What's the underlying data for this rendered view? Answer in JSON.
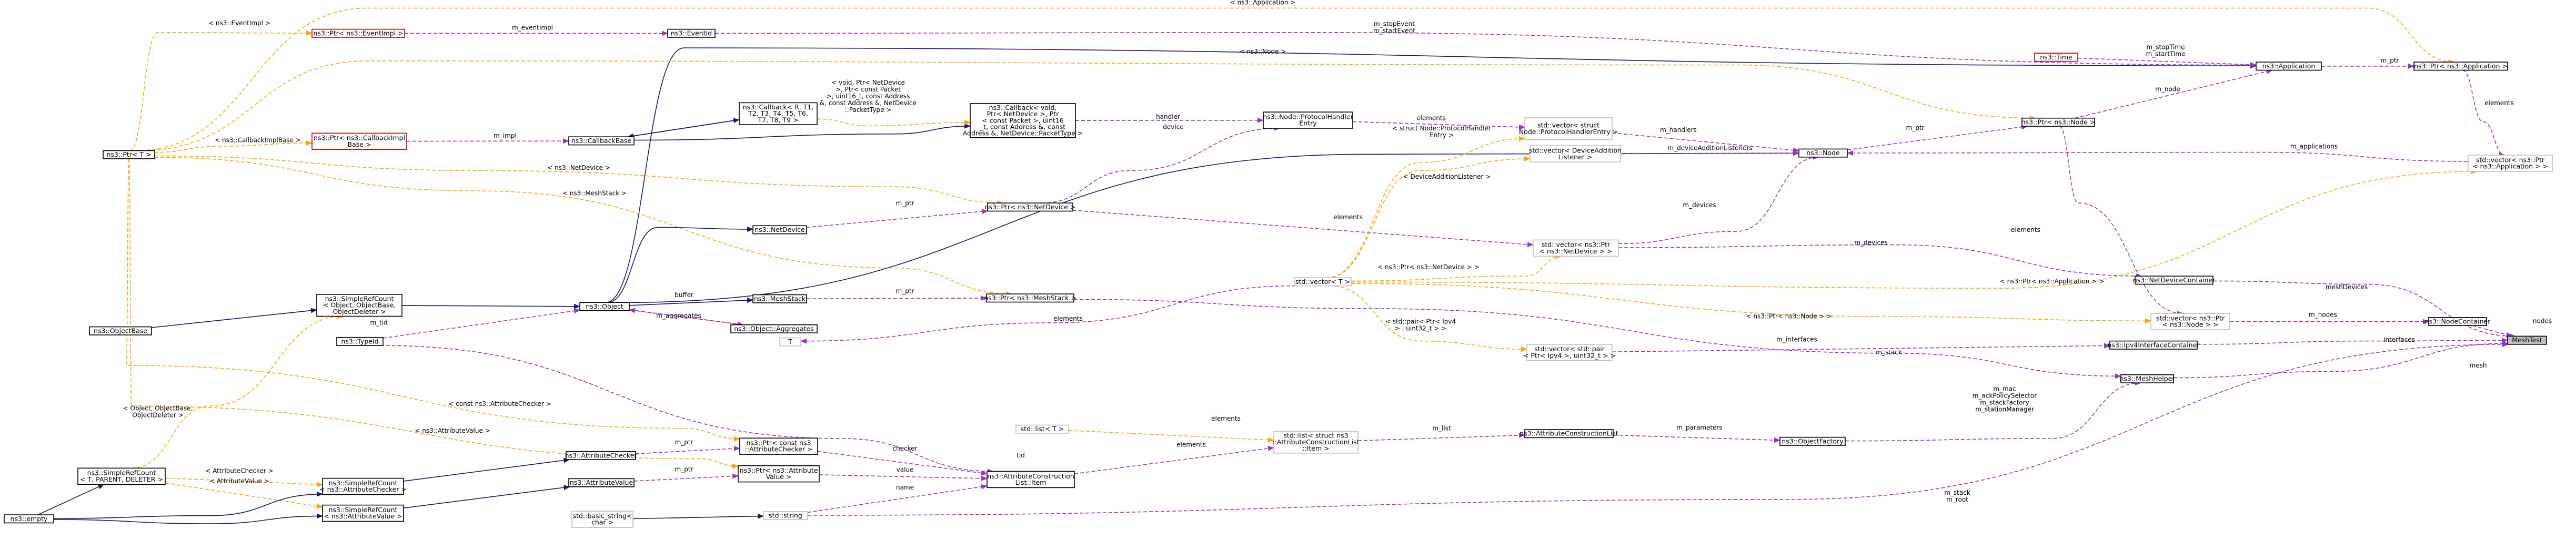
{
  "nodes": {
    "mesh_test": [
      "MeshTest"
    ],
    "node_container": [
      "ns3::NodeContainer"
    ],
    "mesh_helper": [
      "ns3::MeshHelper"
    ],
    "ipv4_if_container": [
      "ns3::Ipv4InterfaceContainer"
    ],
    "net_device_container": [
      "ns3::NetDeviceContainer"
    ],
    "vec_ptr_node": [
      "std::vector< ns3::Ptr",
      "< ns3::Node > >"
    ],
    "vec_ptr_app": [
      "std::vector< ns3::Ptr",
      "< ns3::Application > >"
    ],
    "object_factory": [
      "ns3::ObjectFactory"
    ],
    "attr_construction_list": [
      "ns3::AttributeConstructionList"
    ],
    "std_list_item": [
      "std::list< struct ns3",
      "::AttributeConstructionList",
      "::Item >"
    ],
    "std_list_t": [
      "std::list< T >"
    ],
    "attr_construction_item": [
      "ns3::AttributeConstruction",
      "List::Item"
    ],
    "ptr_const_attr_checker": [
      "ns3::Ptr< const ns3",
      "::AttributeChecker >"
    ],
    "ptr_attr_value": [
      "ns3::Ptr< ns3::Attribute",
      "Value >"
    ],
    "attribute_checker": [
      "ns3::AttributeChecker"
    ],
    "attribute_value": [
      "ns3::AttributeValue"
    ],
    "simple_rc_checker": [
      "ns3::SimpleRefCount",
      "< ns3::AttributeChecker >"
    ],
    "simple_rc_value": [
      "ns3::SimpleRefCount",
      "< ns3::AttributeValue >"
    ],
    "simple_rc_parent": [
      "ns3::SimpleRefCount",
      "< T, PARENT, DELETER >"
    ],
    "ns3_empty": [
      "ns3::empty"
    ],
    "std_string": [
      "std::string"
    ],
    "basic_string": [
      "std::basic_string<",
      "char >"
    ],
    "vec_pair_ipv4": [
      "std::vector< std::pair",
      "< Ptr< Ipv4 >, uint32_t > >"
    ],
    "vec_t": [
      "std::vector< T >"
    ],
    "t_param": [
      "T"
    ],
    "ptr_mesh_stack": [
      "ns3::Ptr< ns3::MeshStack >"
    ],
    "mesh_stack": [
      "ns3::MeshStack"
    ],
    "object": [
      "ns3::Object"
    ],
    "object_aggregates": [
      "ns3::Object::Aggregates"
    ],
    "type_id": [
      "ns3::TypeId"
    ],
    "simple_rc_object": [
      "ns3::SimpleRefCount",
      "< Object, ObjectBase,",
      "ObjectDeleter >"
    ],
    "object_base": [
      "ns3::ObjectBase"
    ],
    "net_device": [
      "ns3::NetDevice"
    ],
    "ptr_net_device": [
      "ns3::Ptr< ns3::NetDevice >"
    ],
    "vec_ptr_net_device": [
      "std::vector< ns3::Ptr",
      "< ns3::NetDevice > >"
    ],
    "vec_dev_listener": [
      "std::vector< DeviceAddition",
      "Listener >"
    ],
    "ns3_node": [
      "ns3::Node"
    ],
    "ptr_node": [
      "ns3::Ptr< ns3::Node >"
    ],
    "application": [
      "ns3::Application"
    ],
    "ptr_application": [
      "ns3::Ptr< ns3::Application >"
    ],
    "ns3_time": [
      "ns3::Time"
    ],
    "event_id": [
      "ns3::EventId"
    ],
    "ptr_event_impl": [
      "ns3::Ptr< ns3::EventImpl >"
    ],
    "vec_proto_handler": [
      "std::vector< struct",
      "Node::ProtocolHandlerEntry >"
    ],
    "proto_handler_entry": [
      "ns3::Node::ProtocolHandler",
      "Entry"
    ],
    "callback_void": [
      "ns3::Callback< void,",
      "Ptr< NetDevice >, Ptr",
      "< const Packet >, uint16",
      "_t, const Address &, const",
      "Address &, NetDevice::PacketType >"
    ],
    "callback_r": [
      "ns3::Callback< R, T1,",
      "T2, T3, T4, T5, T6,",
      "T7, T8, T9 >"
    ],
    "callback_base": [
      "ns3::CallbackBase"
    ],
    "ptr_callback_impl": [
      "ns3::Ptr< ns3::CallbackImpl",
      "Base >"
    ],
    "ns3_ptr_t": [
      "ns3::Ptr< T >"
    ]
  },
  "edge_labels": {
    "nodes": [
      "nodes"
    ],
    "mesh": [
      "mesh"
    ],
    "interfaces": [
      "interfaces"
    ],
    "mesh_devices": [
      "meshDevices"
    ],
    "m_stack_m_root": [
      "m_stack",
      "m_root"
    ],
    "m_nodes": [
      "m_nodes"
    ],
    "m_applications": [
      "m_applications"
    ],
    "m_devices_ndc": [
      "m_devices"
    ],
    "m_interfaces": [
      "m_interfaces"
    ],
    "m_mac": [
      "m_mac",
      "m_ackPolicySelector",
      "m_stackFactory",
      "m_stationManager"
    ],
    "m_stack": [
      "m_stack"
    ],
    "m_parameters": [
      "m_parameters"
    ],
    "m_list": [
      "m_list"
    ],
    "elements_list": [
      "elements"
    ],
    "checker": [
      "checker"
    ],
    "value": [
      "value"
    ],
    "name": [
      "name"
    ],
    "m_ptr_checker": [
      "m_ptr"
    ],
    "m_ptr_value": [
      "m_ptr"
    ],
    "attr_checker_tpl": [
      "< AttributeChecker >"
    ],
    "attr_value_tpl": [
      "< AttributeValue >"
    ],
    "simple_rc_obj_tpl": [
      "< Object, ObjectBase,",
      "ObjectDeleter >"
    ],
    "const_checker_tpl": [
      "< const ns3::AttributeChecker >"
    ],
    "attr_value_ptr_tpl": [
      "< ns3::AttributeValue >"
    ],
    "m_tid": [
      "m_tid"
    ],
    "tid": [
      "tid"
    ],
    "aggregates": [
      "m_aggregates"
    ],
    "buffer": [
      "buffer"
    ],
    "m_ptr_stack": [
      "m_ptr"
    ],
    "elements_t": [
      "elements"
    ],
    "elements_list_t": [
      "elements"
    ],
    "mesh_stack_tpl": [
      "< ns3::MeshStack >"
    ],
    "m_ptr_dev": [
      "m_ptr"
    ],
    "net_device_tpl": [
      "< ns3::NetDevice >"
    ],
    "elements_dev": [
      "elements"
    ],
    "m_devices_node": [
      "m_devices"
    ],
    "m_device_listeners": [
      "m_deviceAdditionListeners"
    ],
    "elements_listener": [
      "elements"
    ],
    "dev_listener_tpl": [
      "< DeviceAdditionListener >"
    ],
    "net_device_ptr_tpl": [
      "< ns3::Ptr< ns3::NetDevice > >"
    ],
    "ipv4_pair_tpl": [
      "< std::pair< Ptr< Ipv4",
      "> , uint32_t > >"
    ],
    "node_ptr_tpl": [
      "< ns3::Ptr< ns3::Node > >"
    ],
    "app_ptr_tpl": [
      "< ns3::Ptr< ns3::Application > >"
    ],
    "m_handlers": [
      "m_handlers"
    ],
    "proto_handler_tpl": [
      "< struct Node::ProtocolHandler",
      "Entry >"
    ],
    "elements_handler": [
      "elements"
    ],
    "handler": [
      "handler"
    ],
    "device_label": [
      "device"
    ],
    "callback_tpl": [
      "< void, Ptr< NetDevice",
      ">, Ptr< const Packet",
      ">, uint16_t, const Address",
      "&, const Address &, NetDevice",
      "::PacketType >"
    ],
    "m_impl": [
      "m_impl"
    ],
    "callback_impl_tpl": [
      "< ns3::CallbackImplBase >"
    ],
    "net_device_tpl2": [
      "< ns3::NetDevice >"
    ],
    "mesh_stack_tpl2": [
      "< ns3::MeshStack >"
    ],
    "m_ptr_node": [
      "m_ptr"
    ],
    "elements_node": [
      "elements"
    ],
    "m_node": [
      "m_node"
    ],
    "m_ptr_app": [
      "m_ptr"
    ],
    "elements_app": [
      "elements"
    ],
    "m_stop_time": [
      "m_stopTime",
      "m_startTime"
    ],
    "m_stop_event": [
      "m_stopEvent",
      "m_startEvent"
    ],
    "m_event_impl": [
      "m_eventImpl"
    ],
    "event_impl_tpl": [
      "< ns3::EventImpl >"
    ],
    "node_tpl": [
      "< ns3::Node >"
    ],
    "application_tpl": [
      "< ns3::Application >"
    ]
  },
  "legend_colors": {
    "inheritance": "#191970",
    "usage": "#9a32cd",
    "template": "#ffa500",
    "focus_fill": "#bfbfbf",
    "undocumented_border": "#bf0000",
    "external_border": "#bfbfbf"
  }
}
